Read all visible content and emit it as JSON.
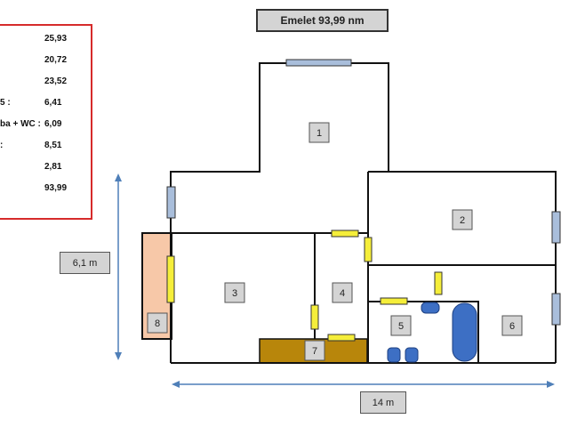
{
  "title": "Emelet 93,99 nm",
  "legend": [
    {
      "label": "",
      "value": "25,93"
    },
    {
      "label": "",
      "value": "20,72"
    },
    {
      "label": "",
      "value": "23,52"
    },
    {
      "label": "5 :",
      "value": "6,41"
    },
    {
      "label": "ba + WC :",
      "value": "6,09"
    },
    {
      "label": ":",
      "value": "8,51"
    },
    {
      "label": "",
      "value": "2,81"
    },
    {
      "label": "",
      "value": "93,99"
    }
  ],
  "dimensions": {
    "height": "6,1 m",
    "width": "14 m"
  },
  "rooms": [
    "1",
    "2",
    "3",
    "4",
    "5",
    "6",
    "7",
    "8"
  ],
  "colors": {
    "wall": "#111111",
    "window": "#a9bedb",
    "door": "#f5ee3a",
    "fixture": "#3d6fc4",
    "stairs": "#b8860b",
    "balcony": "#f7c8a8",
    "legend_border": "#d62b2b",
    "arrow": "#4f7fb8"
  }
}
